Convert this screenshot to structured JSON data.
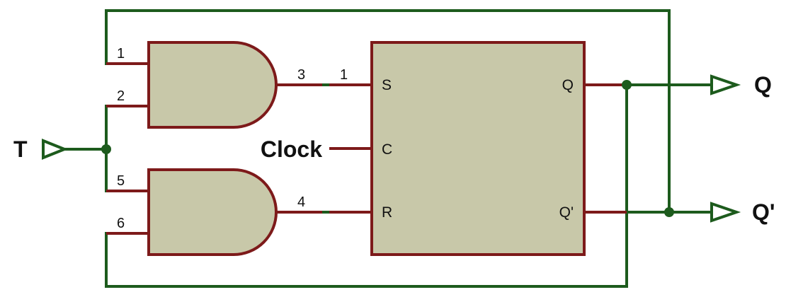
{
  "inputs": {
    "t": "T",
    "clock": "Clock"
  },
  "outputs": {
    "q": "Q",
    "q_bar": "Q'"
  },
  "gate_top": {
    "pin_in_1": "1",
    "pin_in_2": "2",
    "pin_out": "3"
  },
  "gate_bottom": {
    "pin_in_1": "5",
    "pin_in_2": "6",
    "pin_out": "4"
  },
  "flip_flop": {
    "pin_s_number": "1",
    "s": "S",
    "c": "C",
    "r": "R",
    "q": "Q",
    "q_bar": "Q'"
  },
  "colors": {
    "wire": "#1d5b1d",
    "component_outline": "#7d1a1a",
    "component_fill": "#c8c8a9",
    "background": "#ffffff"
  }
}
